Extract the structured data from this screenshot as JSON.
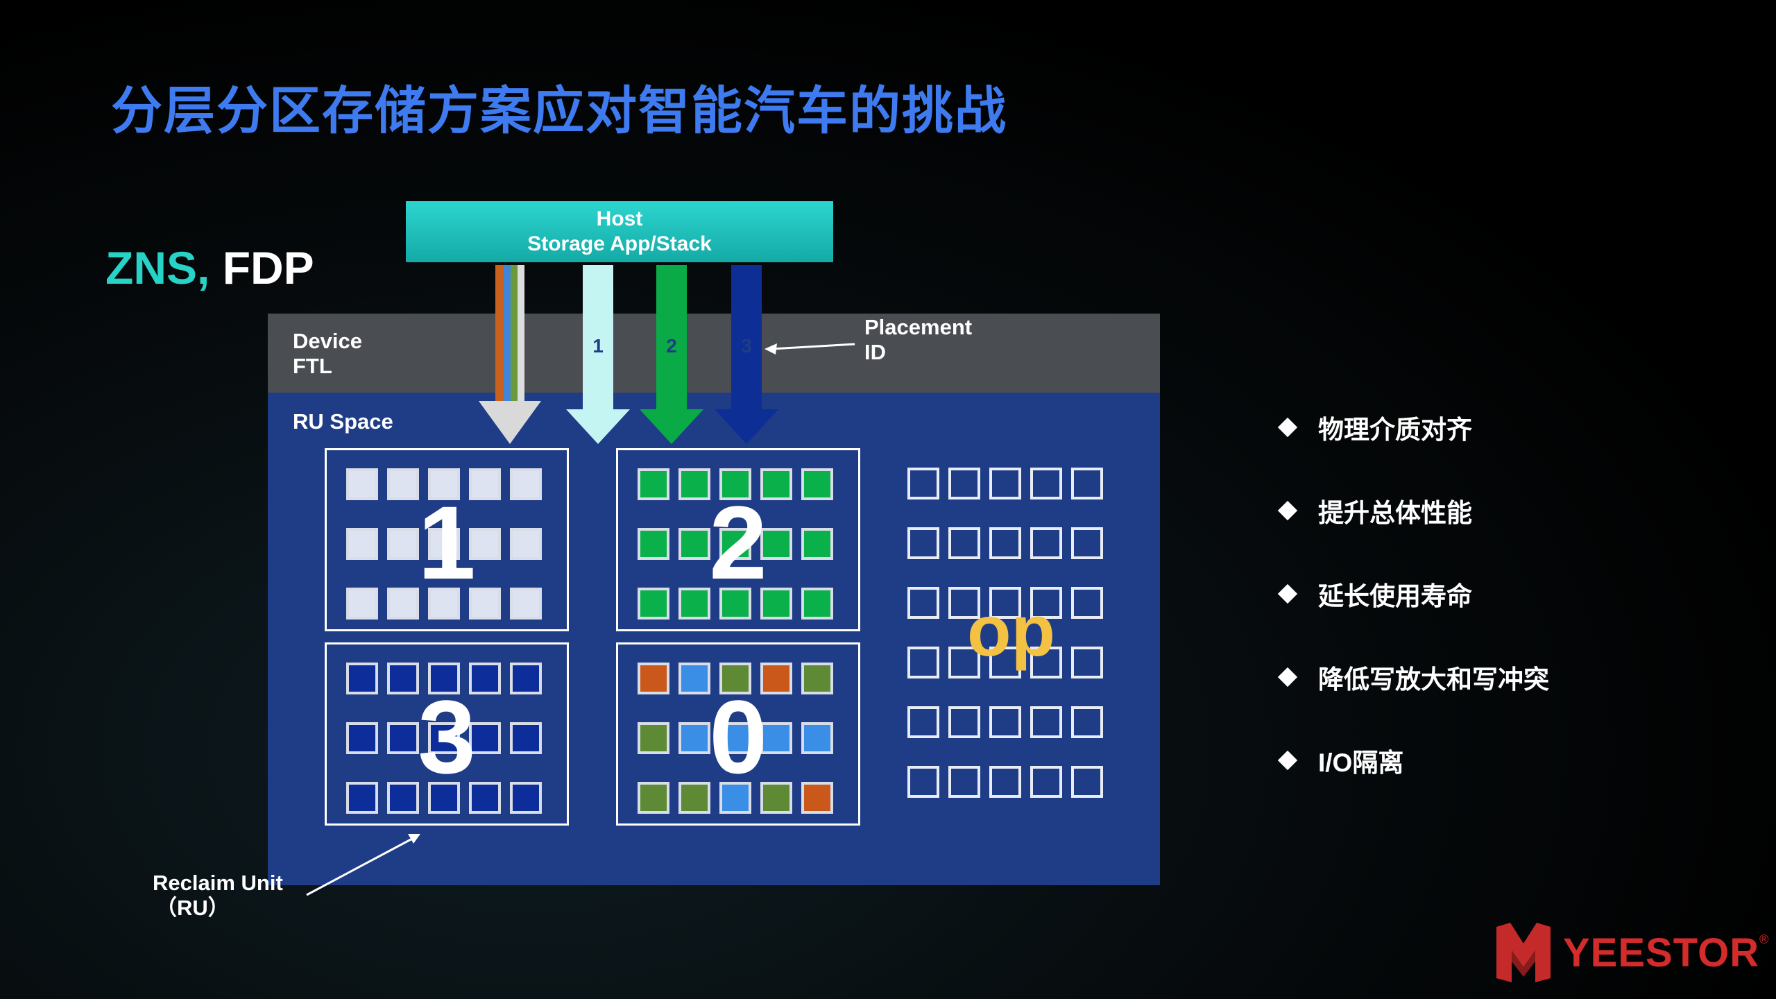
{
  "title": "分层分区存储方案应对智能汽车的挑战",
  "subtitle": {
    "zns": "ZNS,",
    "fdp": "FDP"
  },
  "host": {
    "line1": "Host",
    "line2": "Storage App/Stack"
  },
  "labels": {
    "device": "Device",
    "ftl": "FTL",
    "ru_space": "RU Space",
    "placement": "Placement",
    "id": "ID",
    "reclaim_unit": "Reclaim Unit",
    "ru_paren": "（RU）",
    "op": "op"
  },
  "arrows": [
    {
      "label": "",
      "colors": [
        "#c8611e",
        "#3f86d8",
        "#6b9a3c"
      ]
    },
    {
      "label": "1",
      "color": "#c4f5f2"
    },
    {
      "label": "2",
      "color": "#0aab46"
    },
    {
      "label": "3",
      "color": "#0d2e94"
    }
  ],
  "reclaim_units": [
    {
      "number": "1",
      "blocks": [
        "#dde3f0",
        "#dde3f0",
        "#dde3f0",
        "#dde3f0",
        "#dde3f0",
        "#dde3f0",
        "#dde3f0",
        "#dde3f0",
        "#dde3f0",
        "#dde3f0",
        "#dde3f0",
        "#dde3f0",
        "#dde3f0",
        "#dde3f0",
        "#dde3f0"
      ]
    },
    {
      "number": "2",
      "blocks": [
        "#0ab04a",
        "#0ab04a",
        "#0ab04a",
        "#0ab04a",
        "#0ab04a",
        "#0ab04a",
        "#0ab04a",
        "#0ab04a",
        "#0ab04a",
        "#0ab04a",
        "#0ab04a",
        "#0ab04a",
        "#0ab04a",
        "#0ab04a",
        "#0ab04a"
      ]
    },
    {
      "number": "3",
      "blocks": [
        "#0c2d9a",
        "#0c2d9a",
        "#0c2d9a",
        "#0c2d9a",
        "#0c2d9a",
        "#0c2d9a",
        "#0c2d9a",
        "#0c2d9a",
        "#0c2d9a",
        "#0c2d9a",
        "#0c2d9a",
        "#0c2d9a",
        "#0c2d9a",
        "#0c2d9a",
        "#0c2d9a"
      ]
    },
    {
      "number": "0",
      "blocks": [
        "#c9581a",
        "#3a8ee6",
        "#5e8a35",
        "#c9581a",
        "#5e8a35",
        "#5e8a35",
        "#3a8ee6",
        "#3a8ee6",
        "#3a8ee6",
        "#3a8ee6",
        "#5e8a35",
        "#5e8a35",
        "#3a8ee6",
        "#5e8a35",
        "#c9581a"
      ]
    }
  ],
  "bullets": [
    "物理介质对齐",
    "提升总体性能",
    "延长使用寿命",
    "降低写放大和写冲突",
    "I/O隔离"
  ],
  "logo": {
    "text": "YEESTOR",
    "reg": "®"
  },
  "colors": {
    "title": "#3f7bf0",
    "zns": "#27d3c6",
    "op": "#f4c243",
    "logo": "#d42b2b"
  }
}
